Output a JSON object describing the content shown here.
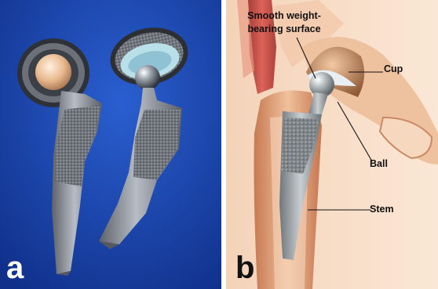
{
  "panel_a": {
    "letter": "a",
    "colors": {
      "background": "#1a46b0",
      "metal": "#8a8f98",
      "liner": "#b9dfe8",
      "ceramic_head": "#e9b98f"
    }
  },
  "panel_b": {
    "letter": "b",
    "labels": {
      "surface": "Smooth weight-bearing surface",
      "cup": "Cup",
      "ball": "Ball",
      "stem": "Stem"
    },
    "colors": {
      "background": "#f7dcc4",
      "bone": "#e9b690",
      "muscle": "#c8413b",
      "cartilage": "#e9eef2",
      "implant": "#8f969a"
    }
  }
}
